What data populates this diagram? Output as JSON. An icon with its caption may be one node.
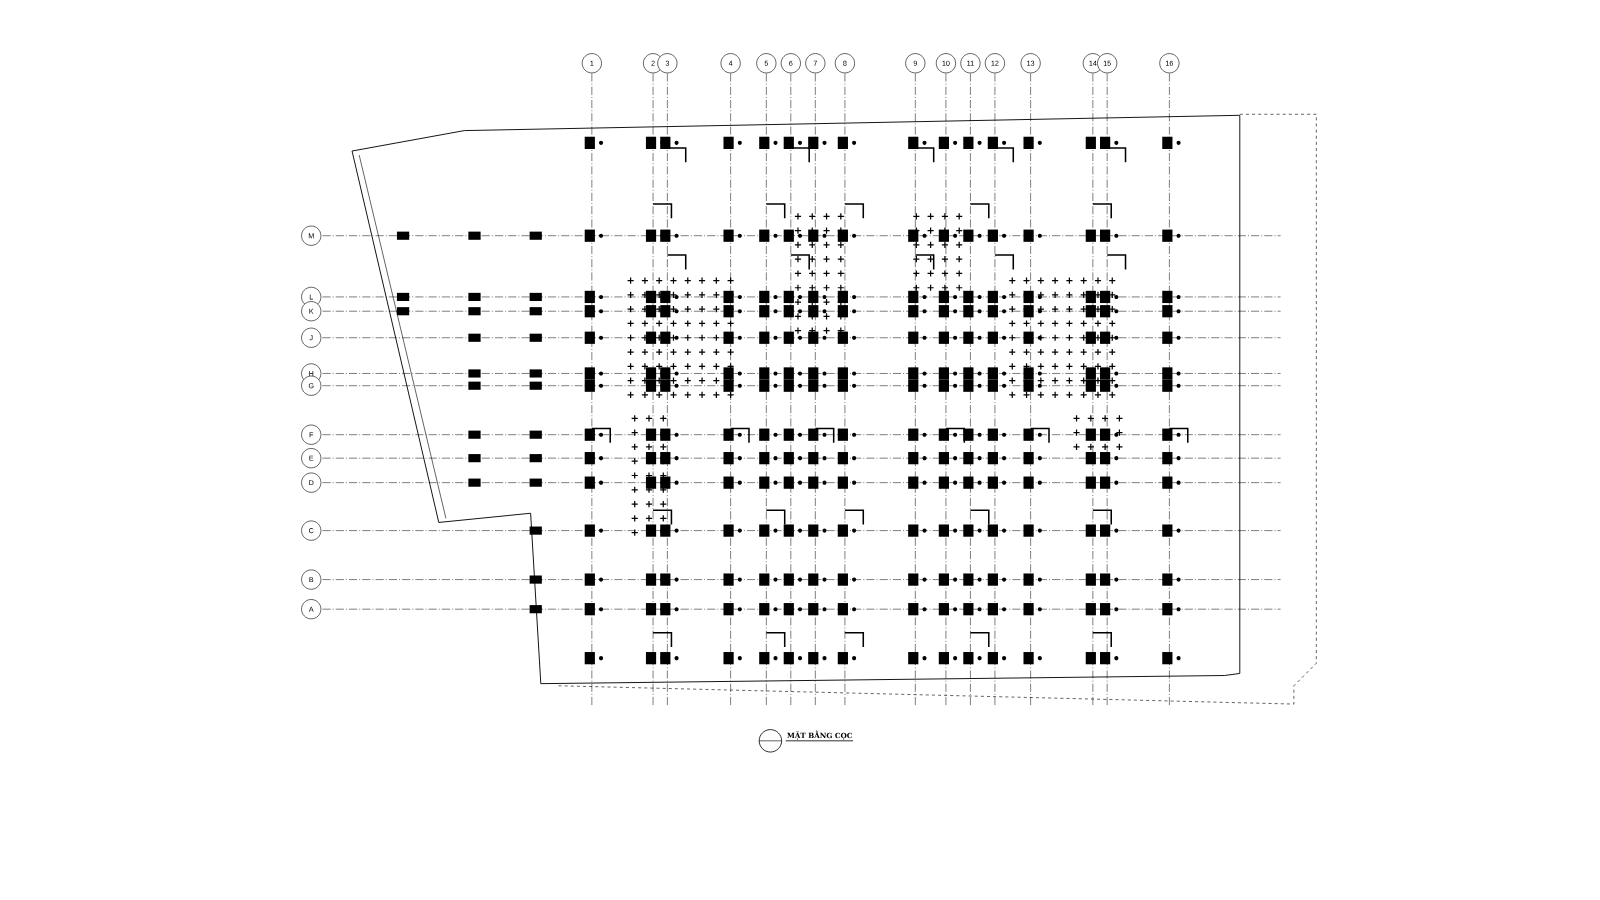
{
  "diagram": {
    "title": "MẶT BẰNG CỌC",
    "nodes": [
      {
        "text": [
          "1"
        ]
      },
      {
        "text": [
          "2"
        ]
      },
      {
        "text": [
          "3"
        ]
      },
      {
        "text": [
          "4"
        ]
      },
      {
        "text": [
          "5"
        ]
      },
      {
        "text": [
          "6"
        ]
      },
      {
        "text": [
          "7"
        ]
      },
      {
        "text": [
          "8"
        ]
      },
      {
        "text": [
          "9"
        ]
      },
      {
        "text": [
          "10"
        ]
      },
      {
        "text": [
          "11"
        ]
      },
      {
        "text": [
          "12"
        ]
      },
      {
        "text": [
          "13"
        ]
      },
      {
        "text": [
          "14"
        ]
      },
      {
        "text": [
          "15"
        ]
      },
      {
        "text": [
          "16"
        ]
      },
      {
        "text": [
          "M"
        ]
      },
      {
        "text": [
          "L"
        ]
      },
      {
        "text": [
          "K"
        ]
      },
      {
        "text": [
          "J"
        ]
      },
      {
        "text": [
          "H"
        ]
      },
      {
        "text": [
          "G"
        ]
      },
      {
        "text": [
          "F"
        ]
      },
      {
        "text": [
          "E"
        ]
      },
      {
        "text": [
          "D"
        ]
      },
      {
        "text": [
          "C"
        ]
      },
      {
        "text": [
          "B"
        ]
      },
      {
        "text": [
          "A"
        ]
      }
    ]
  }
}
